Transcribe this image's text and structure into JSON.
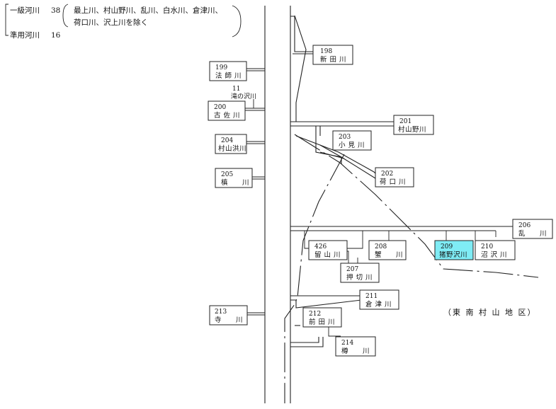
{
  "legend": {
    "row1_label": "一級河川",
    "row1_count": "38",
    "row1_note_line1": "最上川、村山野川、乱川、白水川、倉津川、",
    "row1_note_line2": "荷口川、沢上川を除く",
    "row2_label": "準用河川",
    "row2_count": "16"
  },
  "region_label": "（東 南 村 山 地 区）",
  "rivers": {
    "r199": {
      "num": "199",
      "name": "法 師 川"
    },
    "r11": {
      "num": "11",
      "name": "滝の沢川"
    },
    "r200": {
      "num": "200",
      "name": "古 佐 川"
    },
    "r204": {
      "num": "204",
      "name": "村山洪川"
    },
    "r205": {
      "num": "205",
      "name": "槙　　川"
    },
    "r213": {
      "num": "213",
      "name": "寺　　川"
    },
    "r198": {
      "num": "198",
      "name": "新 田 川"
    },
    "r201": {
      "num": "201",
      "name": "村山野川"
    },
    "r203": {
      "num": "203",
      "name": "小 見 川"
    },
    "r202": {
      "num": "202",
      "name": "荷 口 川"
    },
    "r206": {
      "num": "206",
      "name": "乱　　川"
    },
    "r426": {
      "num": "426",
      "name": "留 山 川"
    },
    "r208": {
      "num": "208",
      "name": "蟹　　川"
    },
    "r209": {
      "num": "209",
      "name": "猪野沢川"
    },
    "r210": {
      "num": "210",
      "name": "沼 沢 川"
    },
    "r207": {
      "num": "207",
      "name": "押 切 川"
    },
    "r211": {
      "num": "211",
      "name": "倉 津 川"
    },
    "r212": {
      "num": "212",
      "name": "前 田 川"
    },
    "r214": {
      "num": "214",
      "name": "樽　　川"
    }
  },
  "colors": {
    "highlight": "#7fecf5",
    "line": "#222222",
    "background": "#ffffff"
  }
}
